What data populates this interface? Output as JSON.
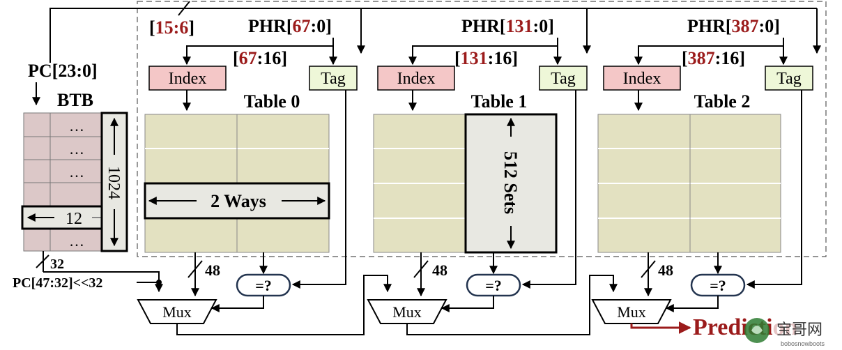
{
  "btb": {
    "label": "BTB",
    "pc_label": "PC[23:0]",
    "dots": [
      "…",
      "…",
      "…",
      "…",
      "…"
    ],
    "height_label": "1024",
    "width_label": "12",
    "out_width": "32",
    "pc_high_label": "PC[47:32]<<32"
  },
  "pc_slice": {
    "open": "[",
    "value": "15:6",
    "close": "]"
  },
  "tables": [
    {
      "title": "Table 0",
      "phr_prefix": "PHR[",
      "phr_value": "67",
      "phr_suffix": ":0]",
      "slice_open": "[",
      "slice_value": "67",
      "slice_suffix": ":16]",
      "index_label": "Index",
      "tag_label": "Tag",
      "annotation": "2 Ways",
      "out_width": "48",
      "compare_label": "=?",
      "mux_label": "Mux"
    },
    {
      "title": "Table 1",
      "phr_prefix": "PHR[",
      "phr_value": "131",
      "phr_suffix": ":0]",
      "slice_open": "[",
      "slice_value": "131",
      "slice_suffix": ":16]",
      "index_label": "Index",
      "tag_label": "Tag",
      "annotation": "512 Sets",
      "out_width": "48",
      "compare_label": "=?",
      "mux_label": "Mux"
    },
    {
      "title": "Table 2",
      "phr_prefix": "PHR[",
      "phr_value": "387",
      "phr_suffix": ":0]",
      "slice_open": "[",
      "slice_value": "387",
      "slice_suffix": ":16]",
      "index_label": "Index",
      "tag_label": "Tag",
      "annotation": "",
      "out_width": "48",
      "compare_label": "=?",
      "mux_label": "Mux"
    }
  ],
  "prediction_label": "Prediction",
  "watermark": {
    "site": "bobosnowboots",
    "mark": "宝哥网"
  },
  "colors": {
    "index_fill": "#f4c7c7",
    "tag_fill": "#eef7d8",
    "table_fill": "#e3e1c1",
    "btb_fill": "#dcc8c8",
    "sets_fill": "#e8e8e2",
    "accent_red": "#9b1b1b",
    "compare_stroke": "#23344f"
  }
}
